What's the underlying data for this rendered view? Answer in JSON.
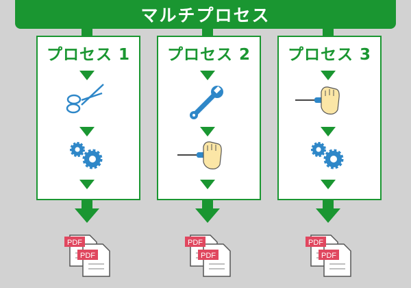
{
  "header": {
    "title": "マルチプロセス"
  },
  "processes": [
    {
      "title": "プロセス 1",
      "steps": [
        "scissors-icon",
        "gears-icon"
      ]
    },
    {
      "title": "プロセス 2",
      "steps": [
        "wrench-icon",
        "screwdriver-hand-icon"
      ]
    },
    {
      "title": "プロセス 3",
      "steps": [
        "screwdriver-hand-icon",
        "gears-icon"
      ]
    }
  ],
  "output": {
    "label": "PDF"
  },
  "colors": {
    "green": "#1a9631",
    "background": "#d2d2d2",
    "pdf_red": "#e0475f",
    "icon_blue": "#2e87c8"
  }
}
